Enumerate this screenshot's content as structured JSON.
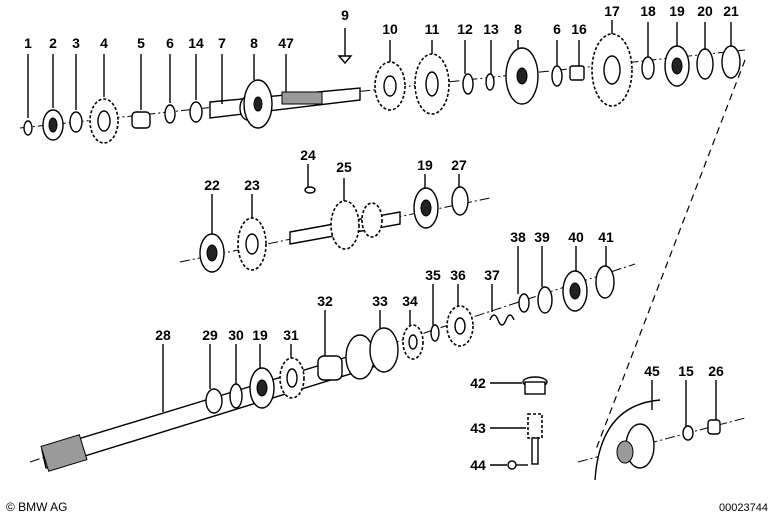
{
  "callouts": {
    "p1": "1",
    "p2": "2",
    "p3": "3",
    "p4": "4",
    "p5": "5",
    "p6a": "6",
    "p14a": "14",
    "p7": "7",
    "p8a": "8",
    "p47": "47",
    "p9": "9",
    "p10": "10",
    "p11": "11",
    "p12": "12",
    "p13": "13",
    "p8b": "8",
    "p6b": "6",
    "p16": "16",
    "p17": "17",
    "p18": "18",
    "p19a": "19",
    "p20": "20",
    "p21": "21",
    "p22": "22",
    "p23": "23",
    "p24": "24",
    "p25": "25",
    "p19b": "19",
    "p27": "27",
    "p38": "38",
    "p39": "39",
    "p40": "40",
    "p41": "41",
    "p28": "28",
    "p29": "29",
    "p30": "30",
    "p19c": "19",
    "p31": "31",
    "p32": "32",
    "p33": "33",
    "p34": "34",
    "p35": "35",
    "p36": "36",
    "p37": "37",
    "p42": "42",
    "p43": "43",
    "p44": "44",
    "p45": "45",
    "p15": "15",
    "p26": "26"
  },
  "footer": {
    "copyright": "© BMW AG",
    "doc_number": "00023744"
  }
}
